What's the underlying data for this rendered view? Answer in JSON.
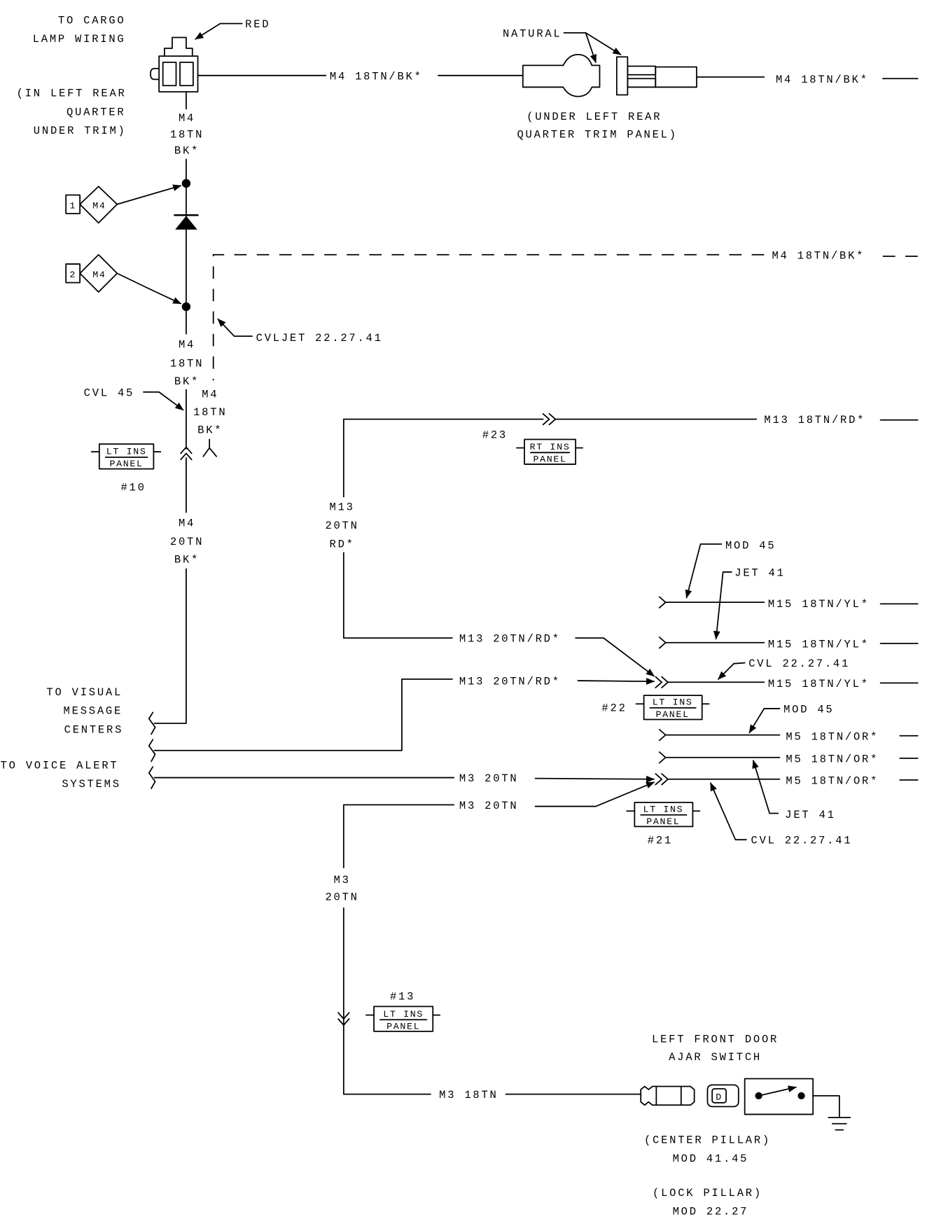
{
  "colors": {
    "ink": "#000000",
    "paper": "#ffffff"
  },
  "cargo_lamp": {
    "dest": [
      "TO CARGO",
      "LAMP WIRING"
    ],
    "color": "RED",
    "location": [
      "(IN LEFT REAR",
      "QUARTER",
      "UNDER TRIM)"
    ],
    "wire": [
      "M4",
      "18TN",
      "BK*"
    ]
  },
  "trim_panel_connector": {
    "wire_in": "M4 18TN/BK*",
    "color": "NATURAL",
    "location": [
      "(UNDER LEFT REAR",
      "QUARTER TRIM PANEL)"
    ],
    "wire_out": "M4 18TN/BK*"
  },
  "splices": [
    {
      "number": "1",
      "id": "M4"
    },
    {
      "number": "2",
      "id": "M4"
    }
  ],
  "m4_main": {
    "upper": [
      "M4",
      "18TN",
      "BK*"
    ],
    "note": "CVL 45",
    "lower": [
      "M4",
      "20TN",
      "BK*"
    ]
  },
  "m4_dashed": {
    "wire": "M4 18TN/BK*",
    "note": "CVLJET 22.27.41",
    "vertical": [
      "M4",
      "18TN",
      "BK*"
    ]
  },
  "inline_connectors": {
    "c10": {
      "number": "#10",
      "name": [
        "LT INS",
        "PANEL"
      ]
    },
    "c23": {
      "number": "#23",
      "name": [
        "RT INS",
        "PANEL"
      ]
    },
    "c22": {
      "number": "#22",
      "name": [
        "LT INS",
        "PANEL"
      ]
    },
    "c21": {
      "number": "#21",
      "name": [
        "LT INS",
        "PANEL"
      ]
    },
    "c13": {
      "number": "#13",
      "name": [
        "LT INS",
        "PANEL"
      ]
    }
  },
  "m13": {
    "out": "M13 18TN/RD*",
    "vertical": [
      "M13",
      "20TN",
      "RD*"
    ],
    "branch_a": "M13 20TN/RD*",
    "branch_b": "M13 20TN/RD*"
  },
  "m15": {
    "wires": [
      "M15 18TN/YL*",
      "M15 18TN/YL*",
      "M15 18TN/YL*"
    ],
    "notes": [
      "MOD 45",
      "JET 41",
      "CVL 22.27.41"
    ]
  },
  "m5": {
    "wires": [
      "M5 18TN/OR*",
      "M5 18TN/OR*",
      "M5 18TN/OR*"
    ],
    "notes": [
      "MOD 45",
      "JET 41",
      "CVL 22.27.41"
    ]
  },
  "m3": {
    "branch_a": "M3 20TN",
    "branch_b": "M3 20TN",
    "vertical": [
      "M3",
      "20TN"
    ],
    "switch_wire": "M3 18TN"
  },
  "destinations": {
    "visual_message": [
      "TO VISUAL",
      "MESSAGE",
      "CENTERS"
    ],
    "voice_alert": [
      "TO VOICE ALERT",
      "SYSTEMS"
    ]
  },
  "door_switch": {
    "title": [
      "LEFT FRONT DOOR",
      "AJAR SWITCH"
    ],
    "pin": "D",
    "locations": [
      "(CENTER PILLAR)",
      "MOD 41.45",
      "(LOCK PILLAR)",
      "MOD 22.27"
    ]
  }
}
